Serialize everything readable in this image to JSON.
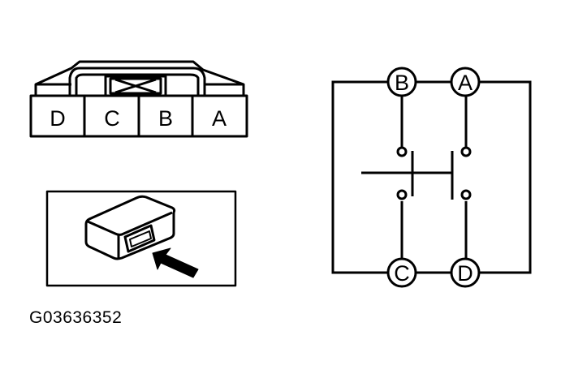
{
  "figure_code": "G03636352",
  "connector": {
    "pins": [
      "D",
      "C",
      "B",
      "A"
    ]
  },
  "schematic": {
    "terminals": {
      "top_left": "B",
      "top_right": "A",
      "bottom_left": "C",
      "bottom_right": "D"
    }
  },
  "colors": {
    "ink": "#000000",
    "paper": "#ffffff"
  }
}
